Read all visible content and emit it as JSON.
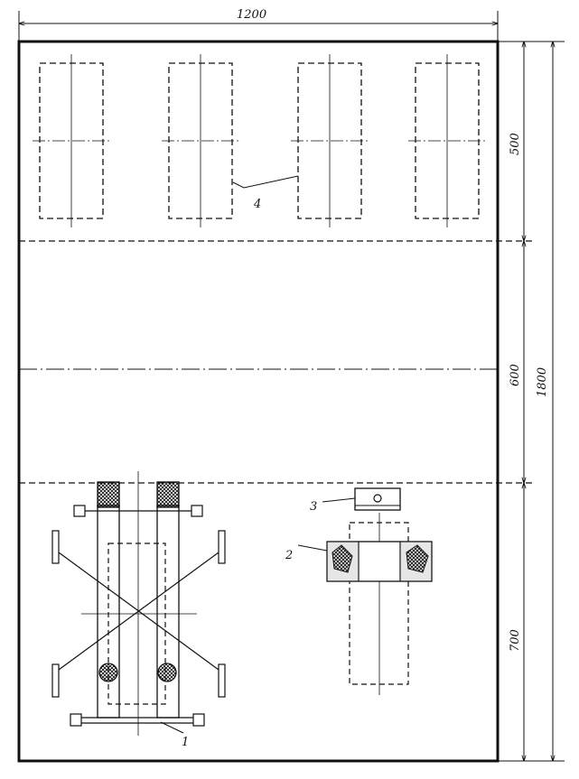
{
  "dimensions": {
    "width": "1200",
    "zone_top": "500",
    "zone_middle": "600",
    "zone_bottom": "700",
    "total_height": "1800"
  },
  "callouts": {
    "lift": "1",
    "equipment": "2",
    "stand": "3",
    "posts": "4"
  }
}
